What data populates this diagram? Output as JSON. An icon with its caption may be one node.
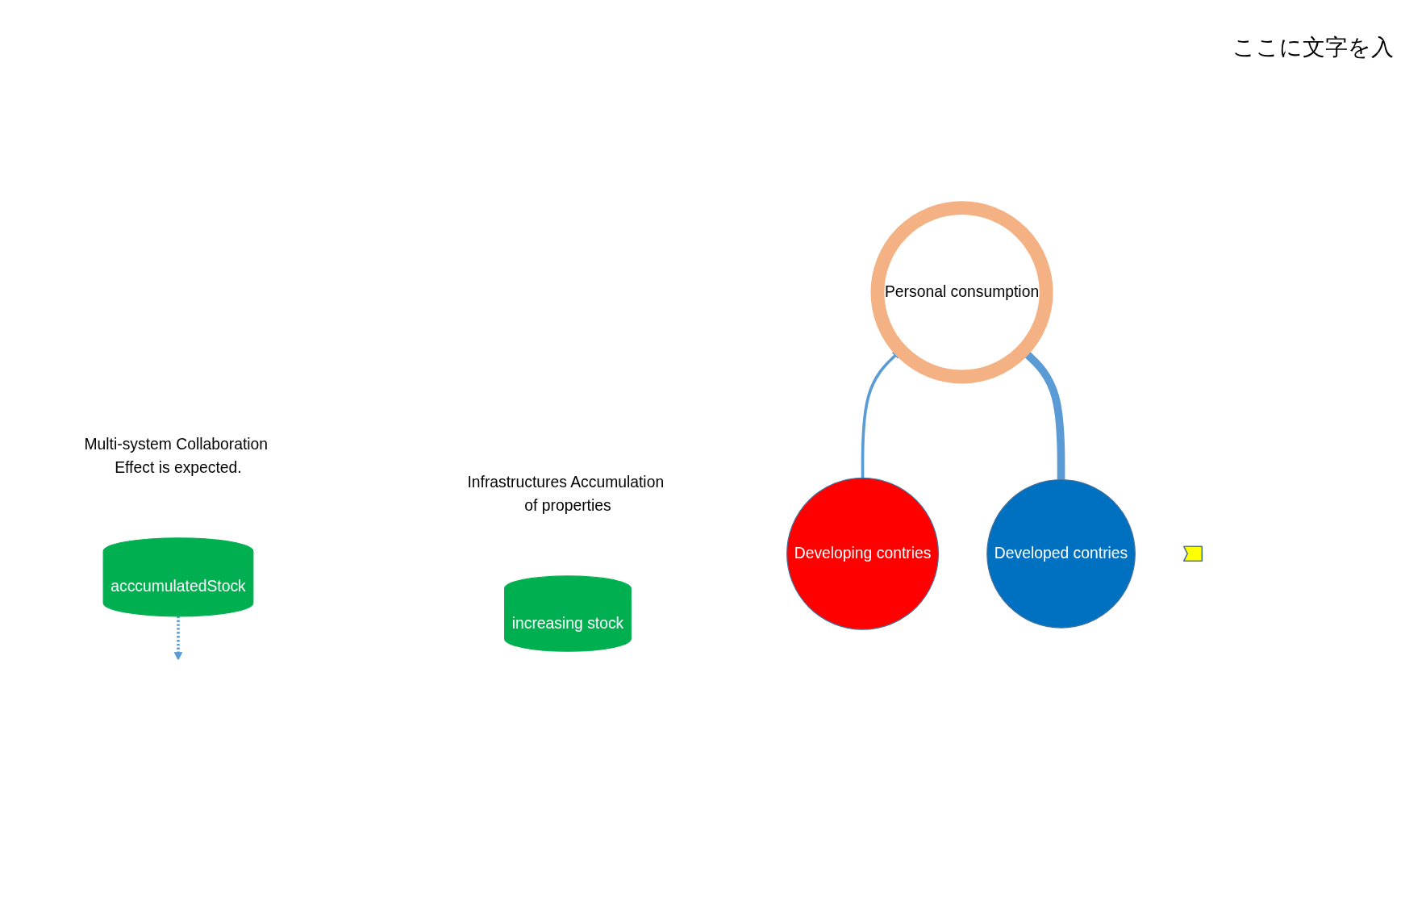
{
  "diagram": {
    "nodes": [
      {
        "text": [
          "Personal consumption"
        ]
      },
      {
        "text": [
          "Developing contries"
        ]
      },
      {
        "text": [
          "increasing stock"
        ],
        "beside": [
          "Infrastructures Accumulation of properties"
        ]
      },
      {
        "text": [
          "acccumulatedStock"
        ],
        "beside": [
          "Multi-system Collaboration Effect is expected."
        ]
      },
      {
        "text": [
          "Developed contries"
        ]
      },
      {
        "text": [],
        "shape": "lightning"
      }
    ],
    "edges": [
      {
        "from": 1,
        "to": 0,
        "arrow": "to",
        "color": "#5b9bd5"
      },
      {
        "from": 4,
        "to": 0,
        "arrow": "to",
        "style": "thick",
        "color": "#5b9bd5"
      },
      {
        "from": 3,
        "to": null,
        "arrow": "to",
        "style": "dashed",
        "color": "#5b9bd5"
      }
    ],
    "labels": [
      "ここに文字を入"
    ]
  }
}
